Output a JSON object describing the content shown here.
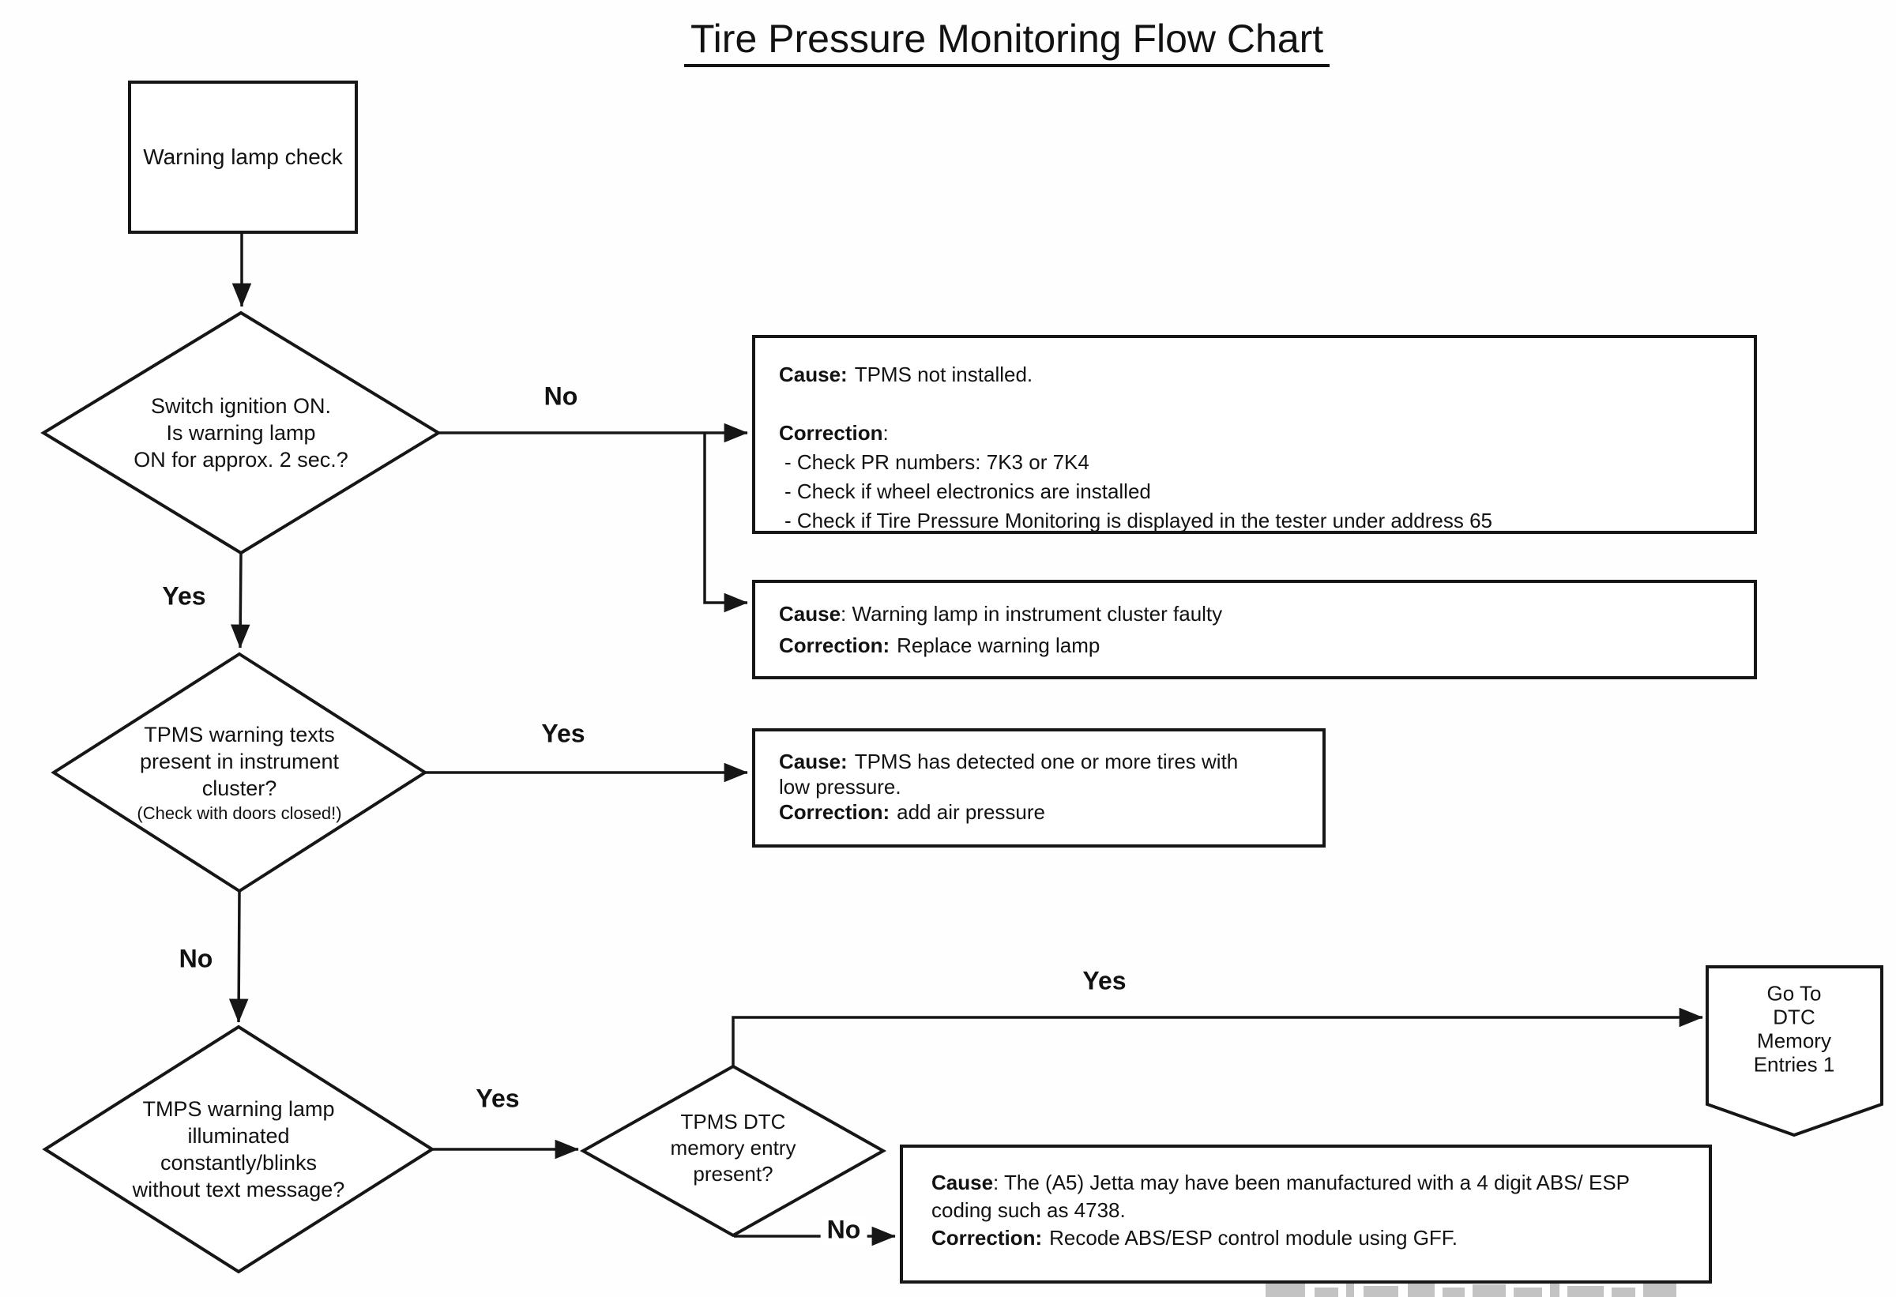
{
  "title": "Tire Pressure Monitoring Flow Chart",
  "nodes": {
    "start": {
      "label": "Warning lamp check"
    },
    "ignition_check": {
      "text": "Switch ignition ON.\nIs warning lamp\nON for approx. 2 sec.?"
    },
    "warning_texts_check": {
      "text": "TPMS warning texts\npresent in instrument\ncluster?",
      "note": "(Check with doors closed!)"
    },
    "lamp_illuminated_check": {
      "text": "TMPS warning lamp\nilluminated\nconstantly/blinks\nwithout text message?"
    },
    "dtc_memory_check": {
      "text": "TPMS DTC\nmemory entry\npresent?"
    },
    "goto_dtc": {
      "text": "Go To DTC\nMemory\nEntries 1"
    }
  },
  "edge_labels": {
    "ignition_no": "No",
    "ignition_yes": "Yes",
    "warning_texts_yes": "Yes",
    "warning_texts_no": "No",
    "lamp_illuminated_yes": "Yes",
    "dtc_yes": "Yes",
    "dtc_no": "No"
  },
  "result_boxes": {
    "tpms_not_installed": {
      "cause_label": "Cause:",
      "cause_text": "TPMS not installed.",
      "correction_label": "Correction",
      "correction_colon": ":",
      "bullets": [
        "- Check PR numbers: 7K3 or 7K4",
        "- Check if wheel electronics are installed",
        "- Check if Tire Pressure Monitoring is displayed in the tester under address 65"
      ]
    },
    "lamp_faulty": {
      "cause_label": "Cause",
      "cause_text": ": Warning lamp in instrument cluster faulty",
      "correction_label": "Correction:",
      "correction_text": "Replace warning lamp"
    },
    "low_pressure": {
      "cause_label": "Cause:",
      "cause_text": "TPMS has detected one or more tires with\nlow pressure.",
      "correction_label": "Correction:",
      "correction_text": "add air pressure"
    },
    "recode_abs": {
      "cause_label": "Cause",
      "cause_text": ": The (A5) Jetta may have been manufactured with a 4 digit ABS/ ESP\ncoding such as 4738.",
      "correction_label": "Correction:",
      "correction_text": "Recode ABS/ESP control module using GFF."
    }
  },
  "colors": {
    "line": "#161616",
    "text": "#121212",
    "background": "#fefefe",
    "watermark": "#c3c3c3"
  }
}
